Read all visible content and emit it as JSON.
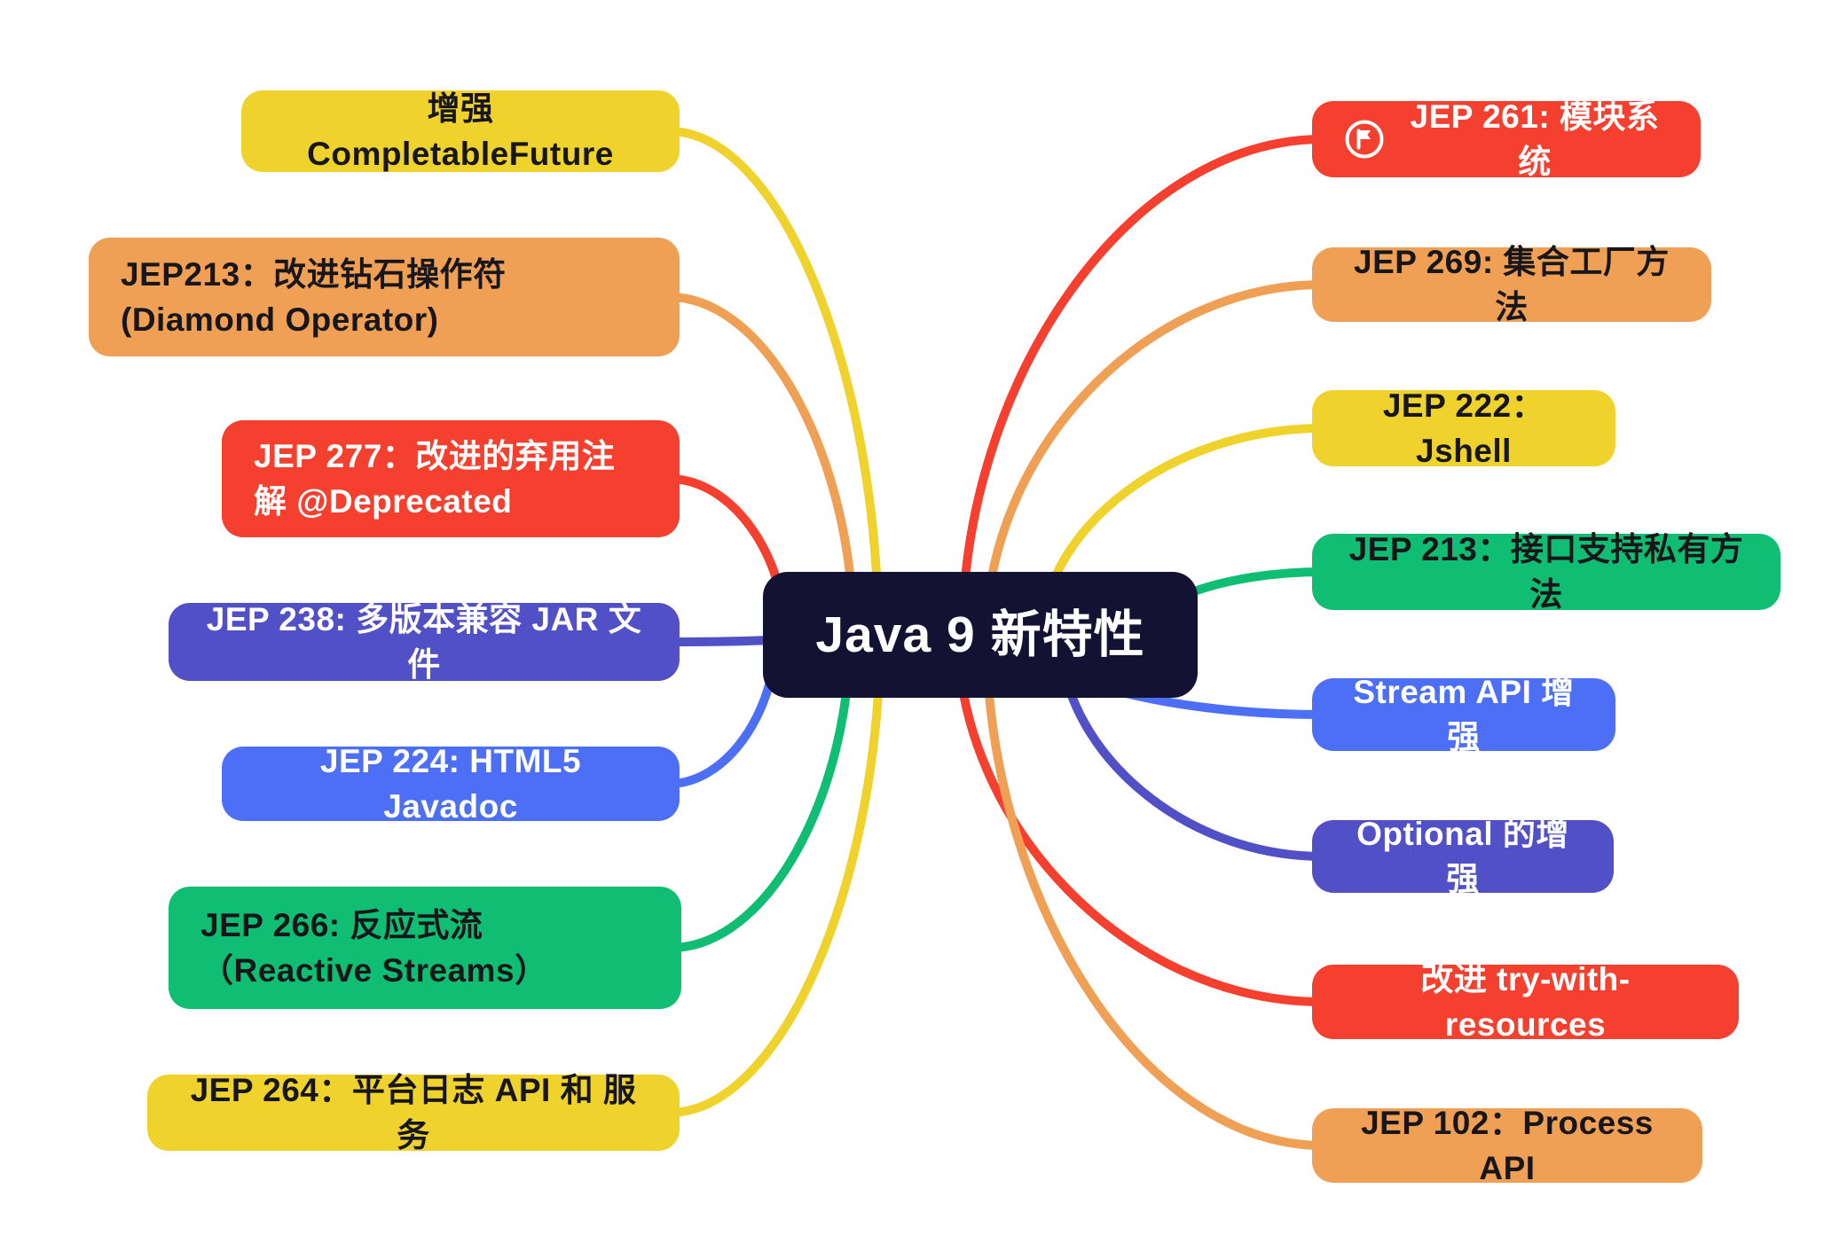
{
  "title": "Java 9 新特性",
  "palette": {
    "background": "#FFFFFF",
    "yellow": "#F0D22C",
    "orange": "#F0A055",
    "red": "#F5402F",
    "green": "#0FBE72",
    "blue": "#4C6FF5",
    "indigo": "#5250C7",
    "navy": "#131233",
    "text_dark": "#17171B",
    "text_light": "#FFFFFF"
  },
  "center": {
    "label": "Java 9 新特性",
    "color": "navy"
  },
  "left_branches": [
    {
      "id": "completablefuture",
      "label": "增强 CompletableFuture",
      "color": "yellow"
    },
    {
      "id": "jep213-diamond",
      "label": "JEP213：改进钻石操作符(Diamond Operator)",
      "color": "orange"
    },
    {
      "id": "jep277-deprecated",
      "label": "JEP 277：改进的弃用注解 @Deprecated",
      "color": "red"
    },
    {
      "id": "jep238-jar",
      "label": "JEP 238: 多版本兼容 JAR 文件",
      "color": "indigo"
    },
    {
      "id": "jep224-javadoc",
      "label": "JEP 224: HTML5 Javadoc",
      "color": "blue"
    },
    {
      "id": "jep266-reactive",
      "label": "JEP 266: 反应式流（Reactive Streams）",
      "color": "green"
    },
    {
      "id": "jep264-logging",
      "label": "JEP 264：平台日志 API 和 服务",
      "color": "yellow"
    }
  ],
  "right_branches": [
    {
      "id": "jep261-module",
      "label": "JEP 261: 模块系统",
      "color": "red",
      "icon": "flag-icon"
    },
    {
      "id": "jep269-collections",
      "label": "JEP 269: 集合工厂方法",
      "color": "orange"
    },
    {
      "id": "jep222-jshell",
      "label": "JEP 222：Jshell",
      "color": "yellow"
    },
    {
      "id": "jep213-private",
      "label": "JEP 213：接口支持私有方法",
      "color": "green"
    },
    {
      "id": "stream-api",
      "label": "Stream API 增强",
      "color": "blue"
    },
    {
      "id": "optional",
      "label": "Optional 的增强",
      "color": "indigo"
    },
    {
      "id": "try-with-resources",
      "label": "改进 try-with-resources",
      "color": "red"
    },
    {
      "id": "jep102-process",
      "label": "JEP 102：Process API",
      "color": "orange"
    }
  ]
}
